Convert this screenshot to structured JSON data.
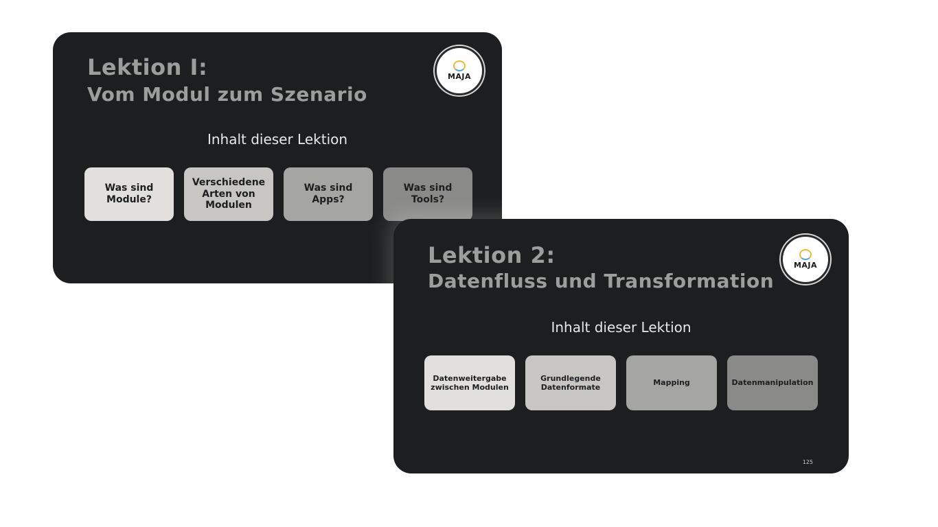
{
  "slides": [
    {
      "title_line1": "Lektion I:",
      "title_line2": "Vom Modul zum Szenario",
      "subtitle": "Inhalt dieser Lektion",
      "logo_text": "MAJA",
      "boxes": [
        {
          "label": "Was sind Module?"
        },
        {
          "label": "Verschiedene Arten von Modulen"
        },
        {
          "label": "Was sind Apps?"
        },
        {
          "label": "Was sind Tools?"
        }
      ]
    },
    {
      "title_line1": "Lektion 2:",
      "title_line2": "Datenfluss und Transformation",
      "subtitle": "Inhalt dieser Lektion",
      "logo_text": "MAJA",
      "page_number": "125",
      "boxes": [
        {
          "label": "Datenweitergabe zwischen Modulen"
        },
        {
          "label": "Grundlegende Datenformate"
        },
        {
          "label": "Mapping"
        },
        {
          "label": "Datenmanipulation"
        }
      ]
    }
  ],
  "colors": {
    "slide_background": "#1c1e1f",
    "title": "#9c9e9c",
    "subtitle": "#e8e8e8",
    "box_shades": [
      "#e1e0dd",
      "#c7c6c3",
      "#a5a5a2",
      "#8a8a88"
    ]
  }
}
